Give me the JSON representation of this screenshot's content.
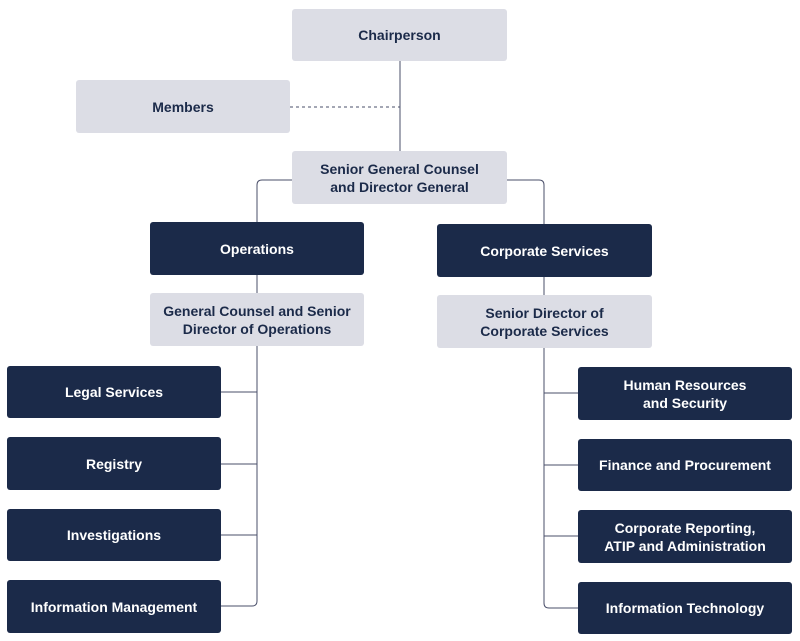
{
  "chart": {
    "chairperson": "Chairperson",
    "members": "Members",
    "senior_general_counsel": "Senior General Counsel\nand Director General",
    "operations": {
      "title": "Operations",
      "head": "General Counsel and Senior\nDirector of Operations",
      "units": [
        "Legal Services",
        "Registry",
        "Investigations",
        "Information Management"
      ]
    },
    "corporate_services": {
      "title": "Corporate Services",
      "head": "Senior Director of\nCorporate Services",
      "units": [
        "Human Resources\nand Security",
        "Finance and Procurement",
        "Corporate Reporting,\nATIP and Administration",
        "Information Technology"
      ]
    }
  },
  "colors": {
    "dark_box": "#1b2a49",
    "light_box": "#dcdde5",
    "connector": "#4a4f6a"
  }
}
